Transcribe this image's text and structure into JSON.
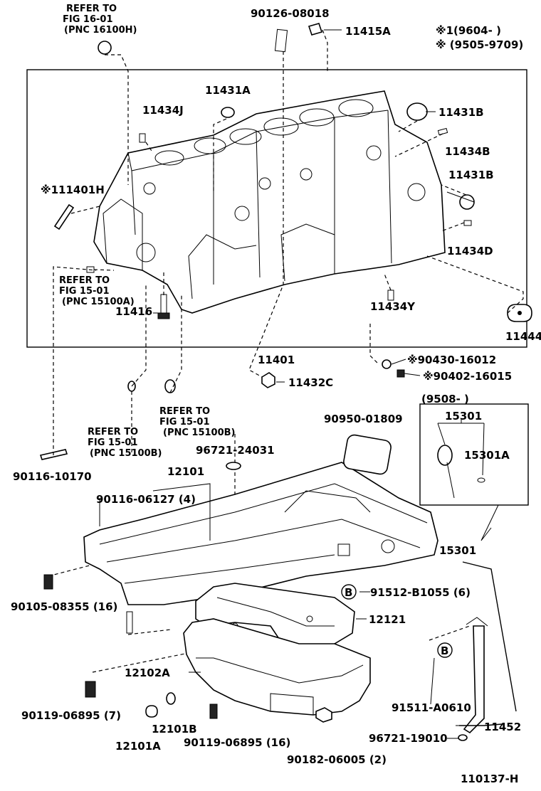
{
  "diagram": {
    "validity_notes": {
      "line1": "※1(9604-      )",
      "line2": "※  (9505-9709)"
    },
    "reference_notes": [
      {
        "l1": "REFER TO",
        "l2": "FIG 16-01",
        "l3": "(PNC 16100H)"
      },
      {
        "l1": "REFER TO",
        "l2": "FIG 15-01",
        "l3": "(PNC 15100A)"
      },
      {
        "l1": "REFER TO",
        "l2": "FIG 15-01",
        "l3": "(PNC 15100B)"
      },
      {
        "l1": "REFER TO",
        "l2": "FIG 15-01",
        "l3": "(PNC 15100B)"
      }
    ],
    "labels": {
      "p90126": "90126-08018",
      "p11415A": "11415A",
      "p11431A": "11431A",
      "p11434J": "11434J",
      "p11431B_top": "11431B",
      "p11434B": "11434B",
      "p11431B_mid": "11431B",
      "p111401H": "※111401H",
      "p11434D": "11434D",
      "p11416": "11416",
      "p11434Y": "11434Y",
      "p11444": "11444",
      "p11401": "11401",
      "p90430": "※90430-16012",
      "p90402": "※90402-16015",
      "p11432C": "11432C",
      "p9508": "(9508-        )",
      "p15301_box": "15301",
      "p15301A": "15301A",
      "p90950": "90950-01809",
      "p96721_24031": "96721-24031",
      "p90116_10170": "90116-10170",
      "p12101": "12101",
      "p90116_06127": "90116-06127 (4)",
      "p15301": "15301",
      "p91512": "91512-B1055 (6)",
      "p90105": "90105-08355 (16)",
      "p12121": "12121",
      "p12102A": "12102A",
      "p91511": "91511-A0610",
      "p90119_7": "90119-06895 (7)",
      "p12101B": "12101B",
      "p11452": "11452",
      "p12101A": "12101A",
      "p90119_16": "90119-06895 (16)",
      "p96721_19010": "96721-19010",
      "p90182": "90182-06005 (2)",
      "b_circle_1": "B",
      "b_circle_2": "B",
      "figure_id": "110137-H"
    }
  }
}
